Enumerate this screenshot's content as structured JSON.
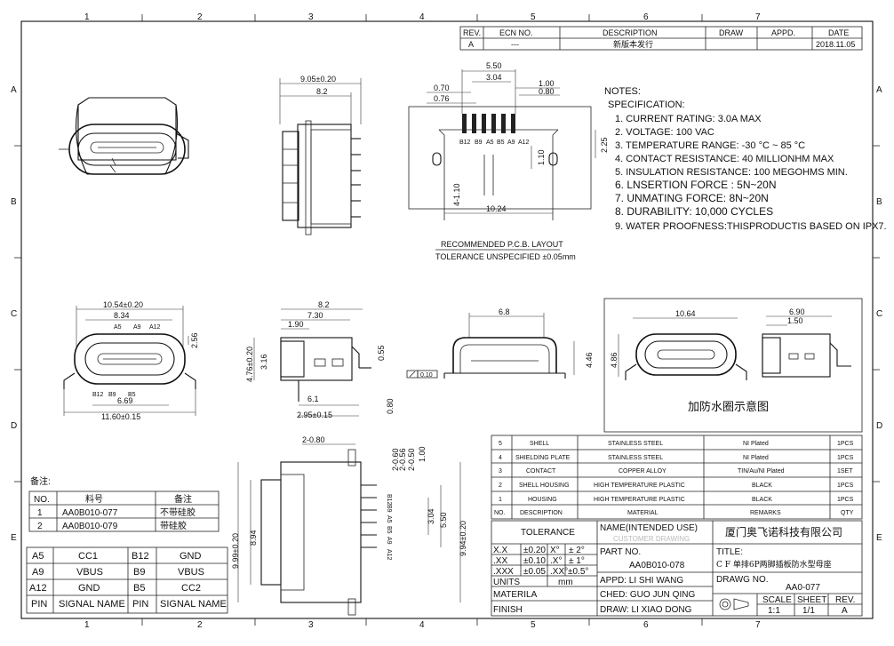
{
  "grid": {
    "cols": [
      "1",
      "2",
      "3",
      "4",
      "5",
      "6",
      "7"
    ],
    "rows": [
      "A",
      "B",
      "C",
      "D",
      "E"
    ]
  },
  "revision": {
    "headers": [
      "REV.",
      "ECN NO.",
      "DESCRIPTION",
      "DRAW",
      "APPD.",
      "DATE"
    ],
    "row": [
      "A",
      "---",
      "新版本发行",
      "",
      "",
      "2018.11.05"
    ]
  },
  "notes": {
    "title": "NOTES:",
    "subtitle": "SPECIFICATION:",
    "items": [
      "1.  CURRENT RATING: 3.0A MAX",
      "2.  VOLTAGE: 100 VAC",
      "3.  TEMPERATURE RANGE: -30 °C ~ 85 °C",
      "4.  CONTACT RESISTANCE: 40 MILLIONHM MAX",
      "5.  INSULATION RESISTANCE: 100 MEGOHMS MIN.",
      "6.  LNSERTION  FORCE  :  5N~20N",
      "7.  UNMATING  FORCE:  8N~20N",
      "8.  DURABILITY:     10,000  CYCLES",
      "9.  WATER PROOFNESS:THISPRODUCTIS BASED ON IPX7."
    ]
  },
  "pcb_layout": {
    "title": "RECOMMENDED    P.C.B. LAYOUT",
    "tolerance": "TOLERANCE  UNSPECIFIED  ±0.05mm",
    "dims": [
      "5.50",
      "3.04",
      "1.00",
      "0.70",
      "0.80",
      "0.76",
      "2.25",
      "1.10",
      "4-1.10",
      "10.24"
    ],
    "pins": [
      "B12",
      "B9",
      "A5",
      "B5",
      "A9",
      "A12"
    ]
  },
  "top_view_dims": [
    "9.05±0.20",
    "8.2"
  ],
  "front_view": {
    "dims": [
      "10.54±0.20",
      "8.34",
      "2.56",
      "6.69",
      "11.60±0.15"
    ],
    "pins_top": [
      "A5",
      "A9",
      "A12"
    ],
    "pins_bottom": [
      "B12",
      "B9",
      "B5"
    ]
  },
  "side_view_dims": [
    "8.2",
    "7.30",
    "1.90",
    "4.76±0.20",
    "3.16",
    "0.55",
    "6.1",
    "2.95±0.15",
    "0.80",
    "0.10"
  ],
  "rear_view_dims": [
    "6.8",
    "4.46"
  ],
  "bottom_view_dims": [
    "2-0.80",
    "2-0.60",
    "2-0.56",
    "2-0.50",
    "1.00",
    "9.99±0.20",
    "8.94",
    "3.04",
    "5.50",
    "9.94±0.20"
  ],
  "bottom_view_pins": [
    "B12",
    "B9",
    "A5",
    "B5",
    "A9",
    "A12"
  ],
  "seal_view": {
    "dims": [
      "10.64",
      "6.90",
      "1.50",
      "4.86"
    ],
    "caption": "加防水圈示意图"
  },
  "bom": {
    "rows": [
      [
        "5",
        "SHELL",
        "STAINLESS STEEL",
        "NI  Plated",
        "1PCS"
      ],
      [
        "4",
        "SHIELDING PLATE",
        "STAINLESS STEEL",
        "NI  Plated",
        "1PCS"
      ],
      [
        "3",
        "CONTACT",
        "COPPER ALLOY",
        "TIN/Au/NI Plated",
        "1SET"
      ],
      [
        "2",
        "SHELL HOUSING",
        "HIGH TEMPERATURE PLASTIC",
        "BLACK",
        "1PCS"
      ],
      [
        "1",
        "HOUSING",
        "HIGH TEMPERATURE PLASTIC",
        "BLACK",
        "1PCS"
      ]
    ],
    "headers": [
      "NO.",
      "DESCRIPTION",
      "MATERIAL",
      "REMARKS",
      "QTY"
    ]
  },
  "beizhu": {
    "title": "备注:",
    "headers": [
      "NO.",
      "料号",
      "备注"
    ],
    "rows": [
      [
        "1",
        "AA0B010-077",
        "不带硅胶"
      ],
      [
        "2",
        "AA0B010-079",
        "带硅胶"
      ]
    ]
  },
  "pin_table": {
    "rows": [
      [
        "A5",
        "CC1",
        "B12",
        "GND"
      ],
      [
        "A9",
        "VBUS",
        "B9",
        "VBUS"
      ],
      [
        "A12",
        "GND",
        "B5",
        "CC2"
      ],
      [
        "PIN",
        "SIGNAL NAME",
        "PIN",
        "SIGNAL NAME"
      ]
    ]
  },
  "title_block": {
    "tolerance_label": "TOLERANCE",
    "tol_rows": [
      [
        "X.X",
        "±0.20",
        "X°",
        "±  2°"
      ],
      [
        ".XX",
        "±0.10",
        ".X°",
        "±  1°"
      ],
      [
        ".XXX",
        "±0.05",
        ".XX°",
        "±0.5°"
      ]
    ],
    "units_label": "UNITS",
    "units_value": "mm",
    "materila_label": "MATERILA",
    "finish_label": "FINISH",
    "name_label": "NAME(INTENDED USE)",
    "name_value": "CUSTOMER  DRAWING",
    "company": "厦门奥飞诺科技有限公司",
    "part_no_label": "PART NO.",
    "part_no_value": "AA0B010-078",
    "title_label": "TITLE:",
    "title_value": "C F 单排6P两脚插板防水型母座",
    "appd": "APPD:  LI SHI WANG",
    "chkd": "CHED:  GUO JUN QING",
    "draw": "DRAW:  LI XIAO DONG",
    "drawg_label": "DRAWG NO.",
    "drawg_value": "AA0-077",
    "scale_label": "SCALE",
    "scale_value": "1:1",
    "sheet_label": "SHEET",
    "sheet_value": "1/1",
    "rev_label": "REV.",
    "rev_value": "A"
  }
}
